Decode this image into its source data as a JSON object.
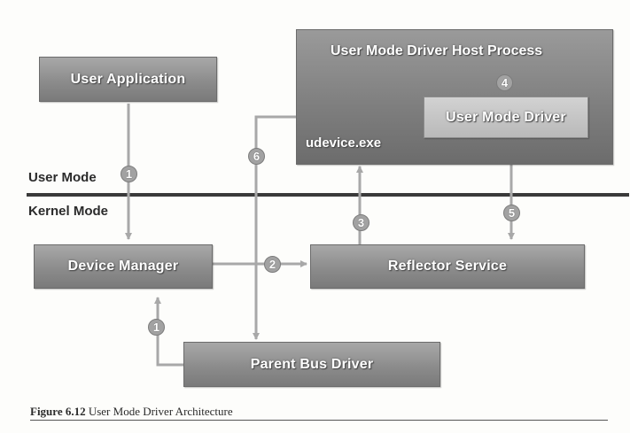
{
  "diagram": {
    "boxes": {
      "user_application": "User Application",
      "host_process": "User Mode Driver Host Process",
      "host_executable": "udevice.exe",
      "user_mode_driver": "User Mode Driver",
      "device_manager": "Device Manager",
      "reflector_service": "Reflector Service",
      "parent_bus_driver": "Parent Bus Driver"
    },
    "mode_labels": {
      "user": "User Mode",
      "kernel": "Kernel Mode"
    },
    "step_badges": {
      "app_to_manager": "1",
      "bus_to_manager": "1",
      "manager_to_reflector": "2",
      "reflector_to_host": "3",
      "host_driver": "4",
      "driver_to_reflector": "5",
      "host_to_bus": "6"
    },
    "colors": {
      "box_fill": "#8c8c8c",
      "host_fill": "#7d7d7d",
      "driver_fill": "#c4c4c4",
      "arrow": "#a8a8a8",
      "mode_divider": "#3a3a3a"
    }
  },
  "caption": {
    "label": "Figure 6.12",
    "text": " User Mode Driver Architecture"
  }
}
